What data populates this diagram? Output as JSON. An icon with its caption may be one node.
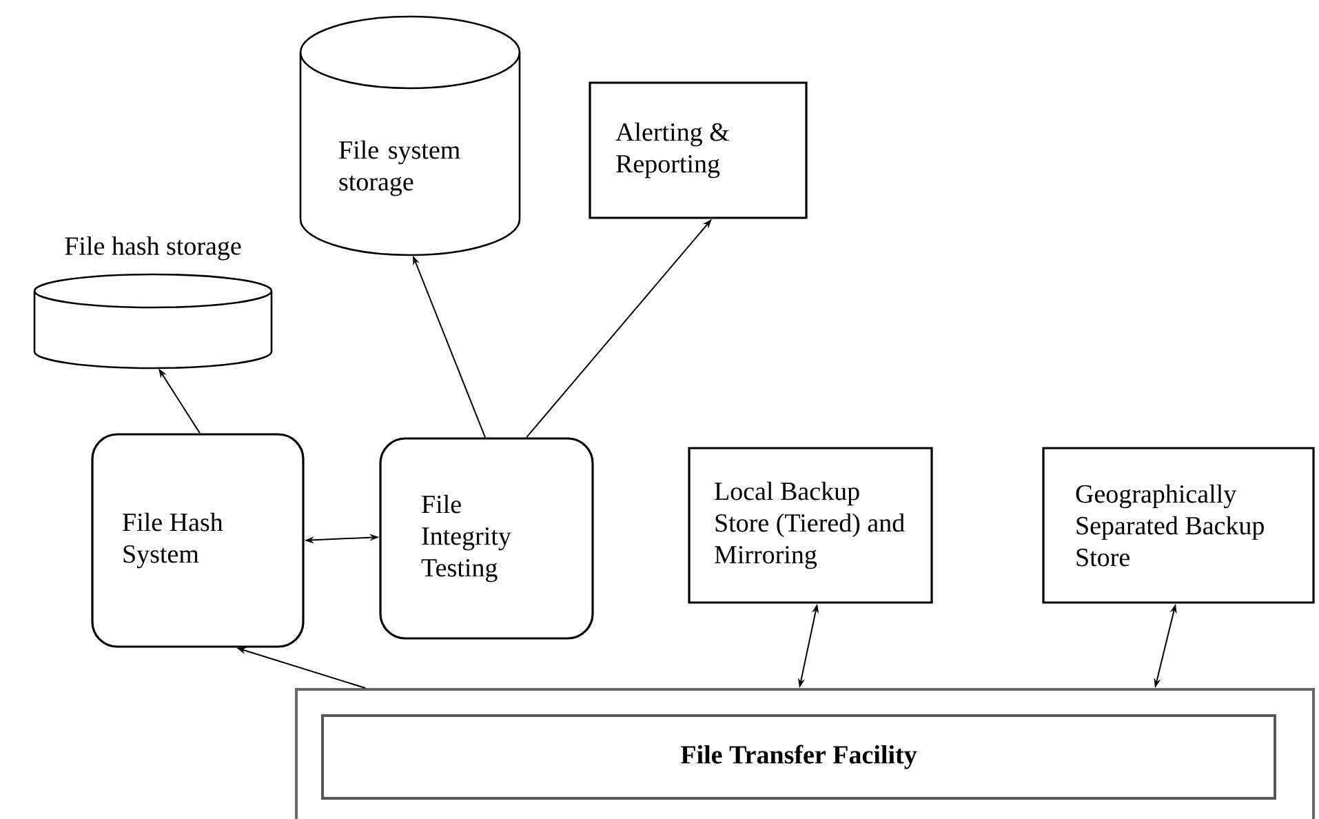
{
  "diagram": {
    "nodes": [
      {
        "text": [
          "File hash storage"
        ]
      },
      {
        "text": [
          "File system storage"
        ]
      },
      {
        "text": [
          "Alerting & Reporting"
        ]
      },
      {
        "text": [
          "File Hash System"
        ]
      },
      {
        "text": [
          "File Integrity Testing"
        ]
      },
      {
        "text": [
          "Local Backup Store (Tiered) and Mirroring"
        ]
      },
      {
        "text": [
          "Geographically Separated Backup Store"
        ]
      },
      {
        "text": [],
        "shape": "box"
      },
      {
        "text": [
          "File Transfer Facility"
        ],
        "in": 7
      }
    ],
    "edges": [
      {
        "from": 3,
        "to": 0,
        "arrow": "to"
      },
      {
        "from": 4,
        "to": 1,
        "arrow": "to"
      },
      {
        "from": 4,
        "to": 2,
        "arrow": "to"
      },
      {
        "from": 3,
        "to": 4,
        "arrow": "both"
      },
      {
        "from": 7,
        "to": 3,
        "arrow": "to"
      },
      {
        "from": 7,
        "to": 5,
        "arrow": "both"
      },
      {
        "from": 7,
        "to": 6,
        "arrow": "both"
      }
    ]
  }
}
